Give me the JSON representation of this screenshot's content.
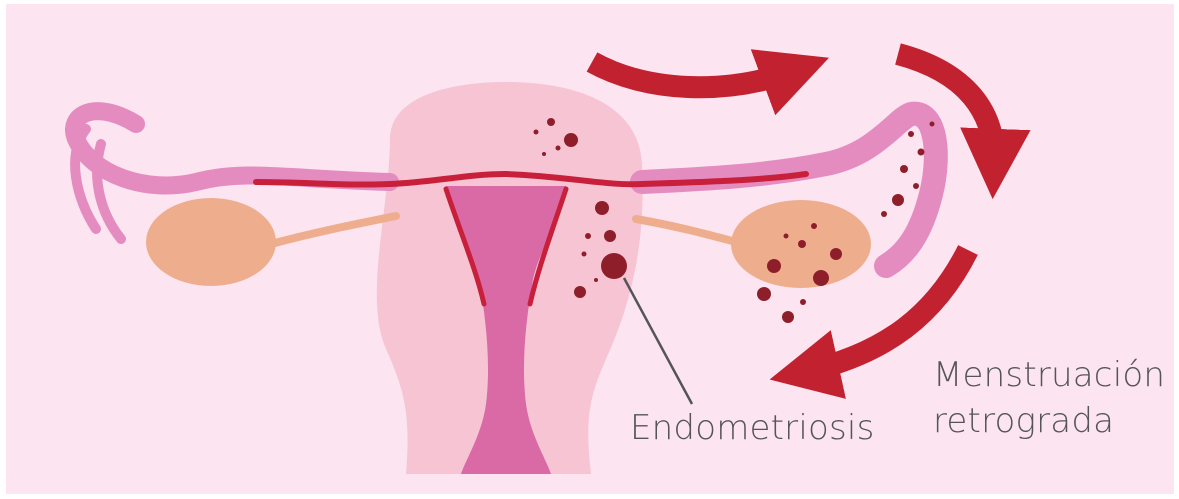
{
  "labels": {
    "endometriosis": "Endometriosis",
    "retrograde_line1": "Menstruación",
    "retrograde_line2": "retrograda"
  },
  "colors": {
    "background": "#fce4f1",
    "uterus_outer": "#f6c4d3",
    "uterus_cavity": "#d96aa6",
    "tube": "#e48cbf",
    "tube_lining": "#c8203a",
    "ovary": "#eeae8e",
    "lesion": "#8e1f2a",
    "arrow": "#c2222f",
    "text": "#555559"
  },
  "icons": {
    "arrow": "curved-arrow-icon",
    "lesion": "lesion-dot-icon",
    "pointer": "pointer-line-icon"
  }
}
